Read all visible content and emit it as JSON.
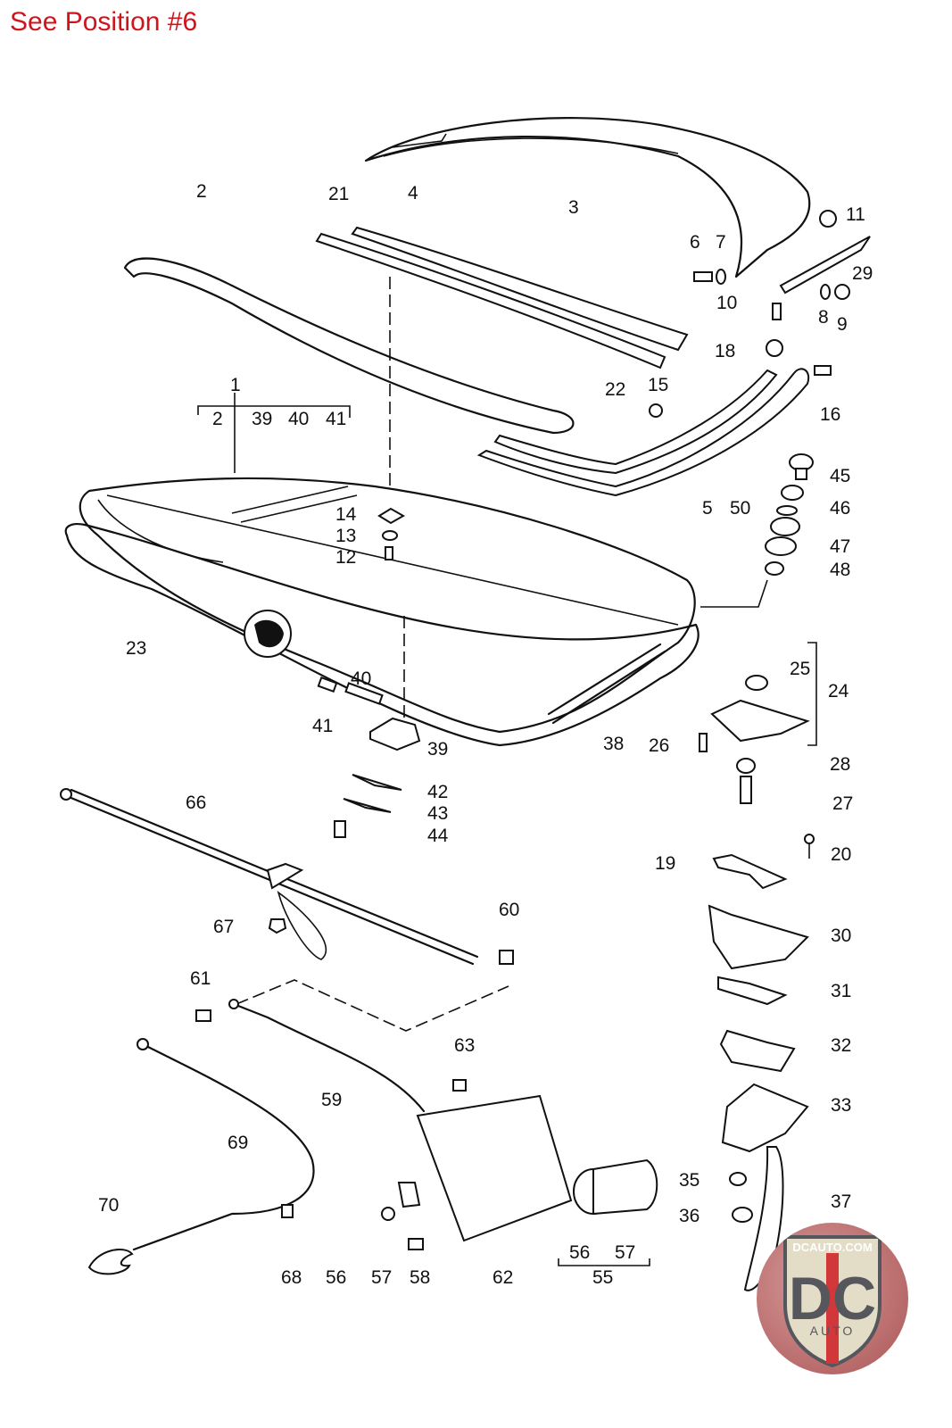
{
  "header_note": "See Position #6",
  "diagram": {
    "labels": [
      {
        "id": "1",
        "text": "1"
      },
      {
        "id": "2",
        "text": "2"
      },
      {
        "id": "2b",
        "text": "2"
      },
      {
        "id": "3",
        "text": "3"
      },
      {
        "id": "4",
        "text": "4"
      },
      {
        "id": "5",
        "text": "5"
      },
      {
        "id": "6",
        "text": "6"
      },
      {
        "id": "7",
        "text": "7"
      },
      {
        "id": "8",
        "text": "8"
      },
      {
        "id": "9",
        "text": "9"
      },
      {
        "id": "10",
        "text": "10"
      },
      {
        "id": "11",
        "text": "11"
      },
      {
        "id": "12",
        "text": "12"
      },
      {
        "id": "13",
        "text": "13"
      },
      {
        "id": "14",
        "text": "14"
      },
      {
        "id": "15",
        "text": "15"
      },
      {
        "id": "16",
        "text": "16"
      },
      {
        "id": "18",
        "text": "18"
      },
      {
        "id": "19",
        "text": "19"
      },
      {
        "id": "20",
        "text": "20"
      },
      {
        "id": "21",
        "text": "21"
      },
      {
        "id": "22",
        "text": "22"
      },
      {
        "id": "23",
        "text": "23"
      },
      {
        "id": "24",
        "text": "24"
      },
      {
        "id": "25",
        "text": "25"
      },
      {
        "id": "26",
        "text": "26"
      },
      {
        "id": "27",
        "text": "27"
      },
      {
        "id": "28",
        "text": "28"
      },
      {
        "id": "29",
        "text": "29"
      },
      {
        "id": "30",
        "text": "30"
      },
      {
        "id": "31",
        "text": "31"
      },
      {
        "id": "32",
        "text": "32"
      },
      {
        "id": "33",
        "text": "33"
      },
      {
        "id": "35",
        "text": "35"
      },
      {
        "id": "36",
        "text": "36"
      },
      {
        "id": "37",
        "text": "37"
      },
      {
        "id": "38",
        "text": "38"
      },
      {
        "id": "39",
        "text": "39"
      },
      {
        "id": "39b",
        "text": "39"
      },
      {
        "id": "40",
        "text": "40"
      },
      {
        "id": "40b",
        "text": "40"
      },
      {
        "id": "41",
        "text": "41"
      },
      {
        "id": "41b",
        "text": "41"
      },
      {
        "id": "42",
        "text": "42"
      },
      {
        "id": "43",
        "text": "43"
      },
      {
        "id": "44",
        "text": "44"
      },
      {
        "id": "45",
        "text": "45"
      },
      {
        "id": "46",
        "text": "46"
      },
      {
        "id": "47",
        "text": "47"
      },
      {
        "id": "48",
        "text": "48"
      },
      {
        "id": "50",
        "text": "50"
      },
      {
        "id": "55",
        "text": "55"
      },
      {
        "id": "56",
        "text": "56"
      },
      {
        "id": "56b",
        "text": "56"
      },
      {
        "id": "57",
        "text": "57"
      },
      {
        "id": "57b",
        "text": "57"
      },
      {
        "id": "58",
        "text": "58"
      },
      {
        "id": "59",
        "text": "59"
      },
      {
        "id": "60",
        "text": "60"
      },
      {
        "id": "61",
        "text": "61"
      },
      {
        "id": "62",
        "text": "62"
      },
      {
        "id": "63",
        "text": "63"
      },
      {
        "id": "66",
        "text": "66"
      },
      {
        "id": "67",
        "text": "67"
      },
      {
        "id": "68",
        "text": "68"
      },
      {
        "id": "69",
        "text": "69"
      },
      {
        "id": "70",
        "text": "70"
      }
    ]
  },
  "logo": {
    "site": "DCAUTO.COM",
    "mark": "DC",
    "sub": "AUTO",
    "colors": {
      "shield": "#e3dcc6",
      "letters": "#55575d",
      "stripe": "#d2373a",
      "badge": "#c07878"
    }
  }
}
